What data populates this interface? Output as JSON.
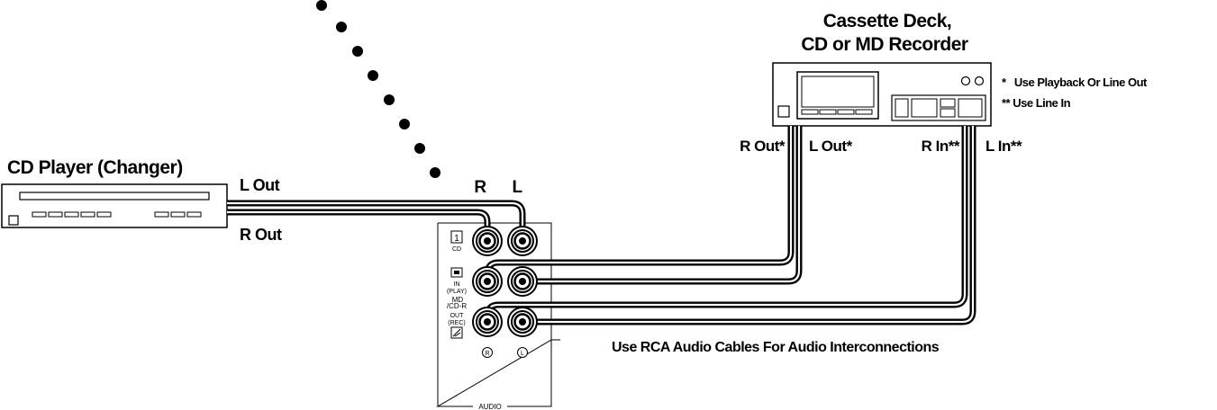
{
  "devices": {
    "cd_player": {
      "title": "CD Player (Changer)",
      "l_out": "L Out",
      "r_out": "R Out"
    },
    "recorder": {
      "title_line1": "Cassette Deck,",
      "title_line2": "CD or MD Recorder",
      "r_out": "R Out*",
      "l_out": "L Out*",
      "r_in": "R In**",
      "l_in": "L In**"
    },
    "receiver_panel": {
      "r": "R",
      "l": "L",
      "cd_number": "1",
      "cd": "CD",
      "in_play": "IN",
      "play": "(PLAY)",
      "md": "MD",
      "cdr": "/CD-R",
      "out_rec": "OUT",
      "rec": "(REC)",
      "r_circle": "R",
      "l_circle": "L",
      "audio": "AUDIO"
    }
  },
  "notes": {
    "note1": "*   Use Playback Or Line Out",
    "note2": "** Use Line In",
    "cable_note": "Use RCA Audio Cables For Audio Interconnections"
  }
}
